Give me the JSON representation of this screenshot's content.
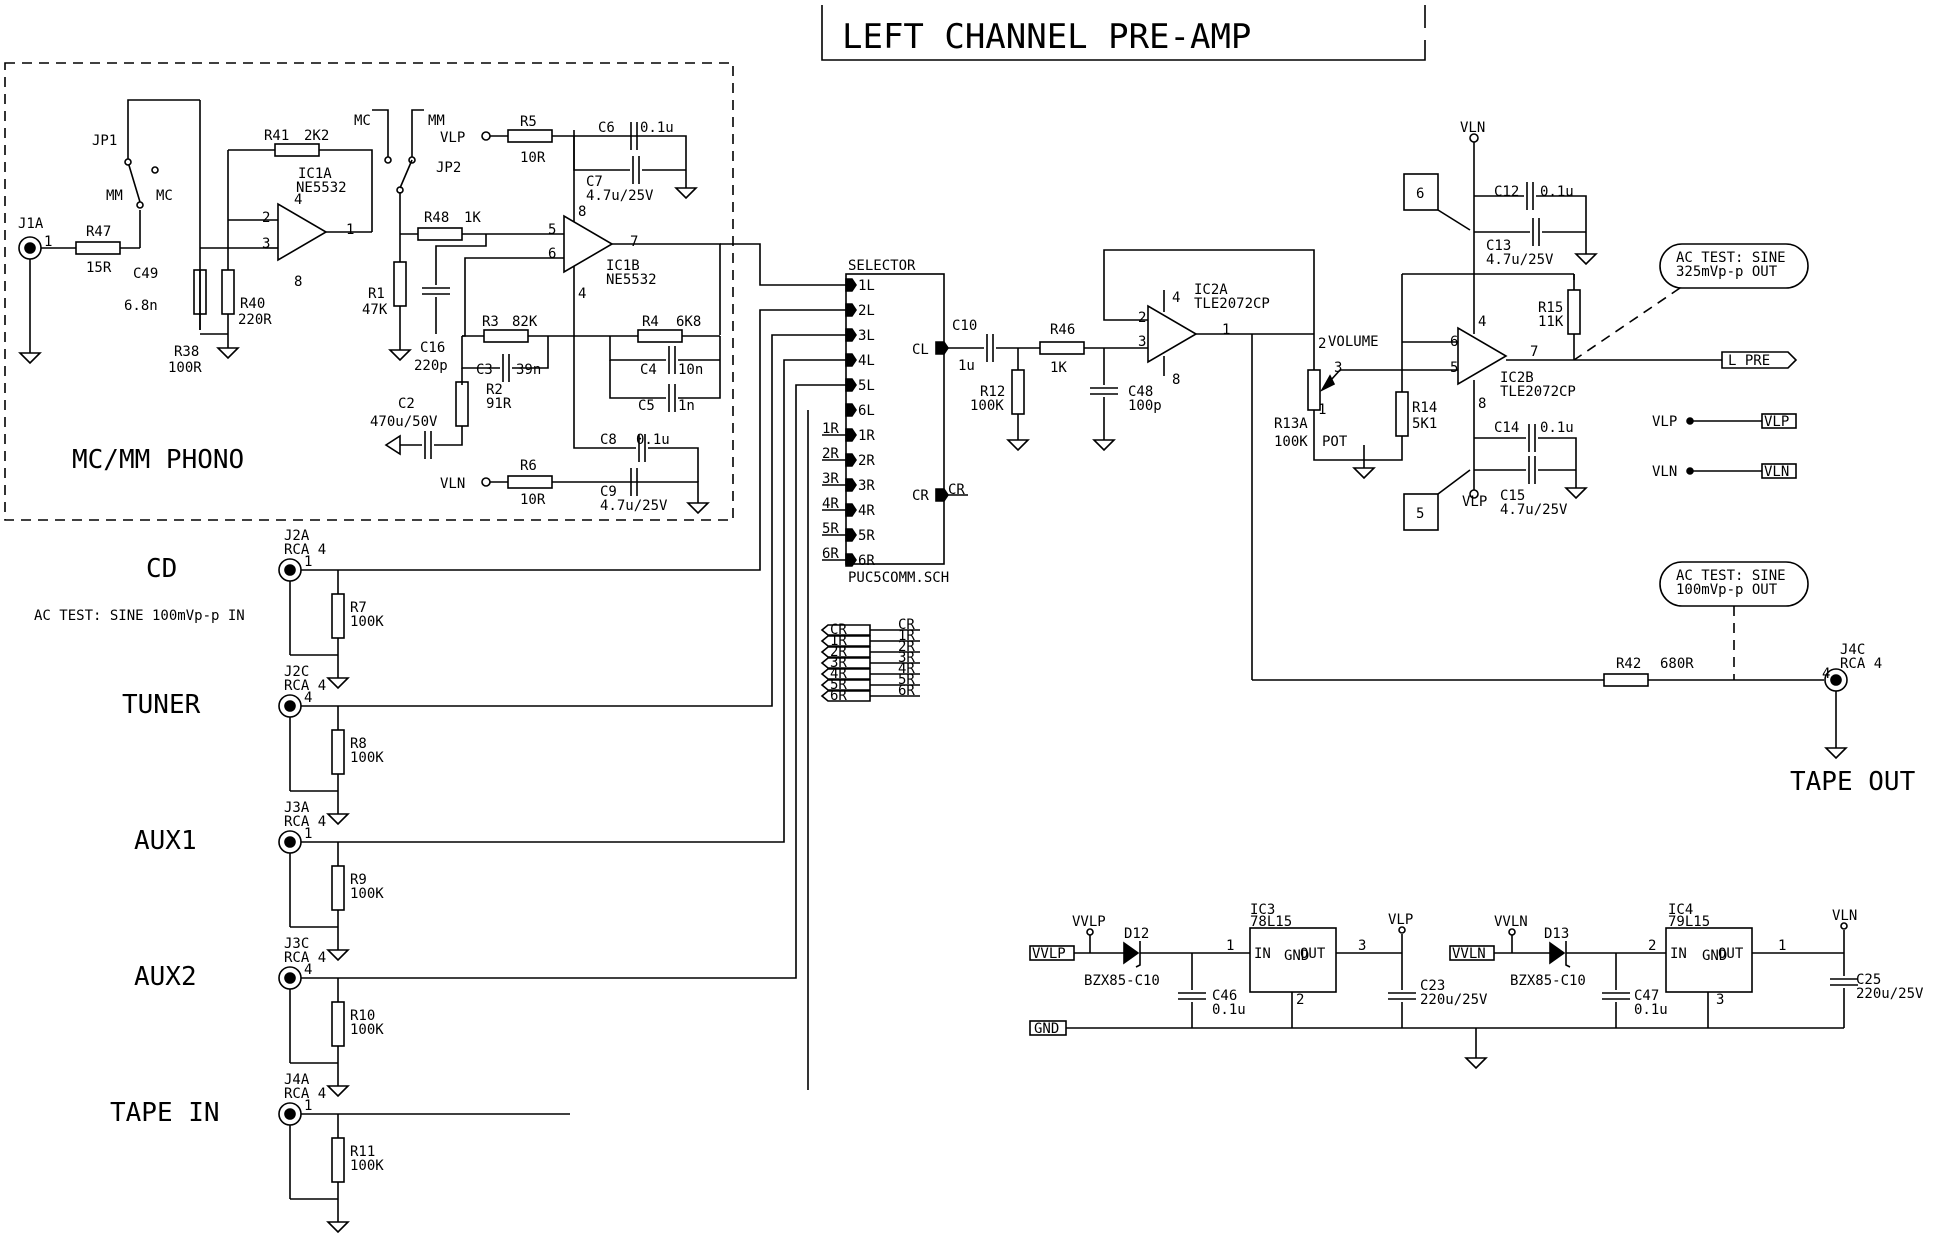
{
  "title": "LEFT CHANNEL PRE-AMP",
  "phono_block": {
    "label": "MC/MM PHONO",
    "connector": "J1A",
    "pin1": "1",
    "jp1": "JP1",
    "jp2": "JP2",
    "jp1_mm": "MM",
    "jp1_mc": "MC",
    "jp2_mc": "MC",
    "jp2_mm": "MM",
    "r47": "R47",
    "r47_val": "15R",
    "c49": "C49",
    "c49_val": "6.8n",
    "r38": "R38",
    "r38_val": "100R",
    "r40": "R40",
    "r40_val": "220R",
    "r41": "R41",
    "r41_val": "2K2",
    "ic1a": "IC1A",
    "ic1a_part": "NE5532",
    "ic1a_p4": "4",
    "ic1a_p2": "2",
    "ic1a_p3": "3",
    "ic1a_p1": "1",
    "ic1a_p8": "8",
    "r1": "R1",
    "r1_val": "47K",
    "r48": "R48",
    "r48_val": "1K",
    "c16": "C16",
    "c16_val": "220p",
    "ic1b": "IC1B",
    "ic1b_part": "NE5532",
    "ic1b_p8": "8",
    "ic1b_p5": "5",
    "ic1b_p6": "6",
    "ic1b_p7": "7",
    "ic1b_p4": "4",
    "r3": "R3",
    "r3_val": "82K",
    "c3": "C3",
    "c3_val": "39n",
    "r4": "R4",
    "r4_val": "6K8",
    "c4": "C4",
    "c4_val": "10n",
    "c5": "C5",
    "c5_val": "1n",
    "r2": "R2",
    "r2_val": "91R",
    "c2": "C2",
    "c2_val": "470u/50V",
    "vlp": "VLP",
    "vln": "VLN",
    "r5": "R5",
    "r5_val": "10R",
    "r6": "R6",
    "r6_val": "10R",
    "c6": "C6",
    "c6_val": "0.1u",
    "c7": "C7",
    "c7_val": "4.7u/25V",
    "c8": "C8",
    "c8_val": "0.1u",
    "c9": "C9",
    "c9_val": "4.7u/25V"
  },
  "inputs": [
    {
      "name": "CD",
      "ref": "J2A",
      "conn": "RCA 4",
      "p1": "1",
      "r": "R7",
      "r_val": "100K"
    },
    {
      "name": "TUNER",
      "ref": "J2C",
      "conn": "RCA 4",
      "p1": "4",
      "r": "R8",
      "r_val": "100K"
    },
    {
      "name": "AUX1",
      "ref": "J3A",
      "conn": "RCA 4",
      "p1": "1",
      "r": "R9",
      "r_val": "100K"
    },
    {
      "name": "AUX2",
      "ref": "J3C",
      "conn": "RCA 4",
      "p1": "4",
      "r": "R10",
      "r_val": "100K"
    },
    {
      "name": "TAPE IN",
      "ref": "J4A",
      "conn": "RCA 4",
      "p1": "1",
      "r": "R11",
      "r_val": "100K"
    }
  ],
  "input_note": "AC TEST: SINE 100mVp-p IN",
  "selector": {
    "title": "SELECTOR",
    "file": "PUC5COMM.SCH",
    "left_pins": [
      "1L",
      "2L",
      "3L",
      "4L",
      "5L",
      "6L",
      "1R",
      "2R",
      "3R",
      "4R",
      "5R",
      "6R"
    ],
    "stub_labels": [
      "1R",
      "2R",
      "3R",
      "4R",
      "5R",
      "6R"
    ],
    "cl": "CL",
    "cr": "CR",
    "cr_net": "CR"
  },
  "bus_in": [
    "CR",
    "1R",
    "2R",
    "3R",
    "4R",
    "5R",
    "6R"
  ],
  "bus_out": [
    "CR",
    "1R",
    "2R",
    "3R",
    "4R",
    "5R",
    "6R"
  ],
  "line_stage": {
    "c10": "C10",
    "c10_val": "1u",
    "r46": "R46",
    "r46_val": "1K",
    "r12": "R12",
    "r12_val": "100K",
    "c48": "C48",
    "c48_val": "100p",
    "ic2a": "IC2A",
    "ic2a_part": "TLE2072CP",
    "ic2a_p4": "4",
    "ic2a_p2": "2",
    "ic2a_p3": "3",
    "ic2a_p1": "1",
    "ic2a_p8": "8",
    "r13a": "R13A",
    "r13a_val": "100K",
    "pot": "POT",
    "volume": "VOLUME",
    "pot_p2": "2",
    "pot_p3": "3",
    "pot_p1": "1",
    "r14": "R14",
    "r14_val": "5K1",
    "ic2b": "IC2B",
    "ic2b_part": "TLE2072CP",
    "ic2b_p4": "4",
    "ic2b_p6": "6",
    "ic2b_p5": "5",
    "ic2b_p7": "7",
    "ic2b_p8": "8",
    "r15": "R15",
    "r15_val": "11K",
    "vln": "VLN",
    "vlp": "VLP",
    "c12": "C12",
    "c12_val": "0.1u",
    "c13": "C13",
    "c13_val": "4.7u/25V",
    "c14": "C14",
    "c14_val": "0.1u",
    "c15": "C15",
    "c15_val": "4.7u/25V",
    "box6": "6",
    "box5": "5",
    "out_label": "L PRE",
    "ac_test_top": [
      "AC TEST: SINE",
      "325mVp-p OUT"
    ],
    "ac_test_mid": [
      "AC TEST: SINE",
      "100mVp-p OUT"
    ],
    "r42": "R42",
    "r42_val": "680R",
    "j4c": "J4C",
    "j4c_conn": "RCA 4",
    "j4c_p": "4",
    "tape_out": "TAPE OUT"
  },
  "rail_ports": {
    "vlp_net": "VLP",
    "vlp_port": "VLP",
    "vln_net": "VLN",
    "vln_port": "VLN"
  },
  "power": {
    "vvlp_port": "VVLP",
    "vvlp_net": "VVLP",
    "d12": "D12",
    "d12_part": "BZX85-C10",
    "c46": "C46",
    "c46_val": "0.1u",
    "ic3": "IC3",
    "ic3_part": "78L15",
    "ic3_in": "IN",
    "ic3_out": "OUT",
    "ic3_gnd": "GND",
    "ic3_p1": "1",
    "ic3_p2": "2",
    "ic3_p3": "3",
    "vlp": "VLP",
    "c23": "C23",
    "c23_val": "220u/25V",
    "vvln_port": "VVLN",
    "vvln_net": "VVLN",
    "d13": "D13",
    "d13_part": "BZX85-C10",
    "c47": "C47",
    "c47_val": "0.1u",
    "ic4": "IC4",
    "ic4_part": "79L15",
    "ic4_in": "IN",
    "ic4_out": "OUT",
    "ic4_gnd": "GND",
    "ic4_p1": "1",
    "ic4_p2": "2",
    "ic4_p3": "3",
    "vln": "VLN",
    "c25": "C25",
    "c25_val": "220u/25V",
    "gnd_port": "GND"
  }
}
